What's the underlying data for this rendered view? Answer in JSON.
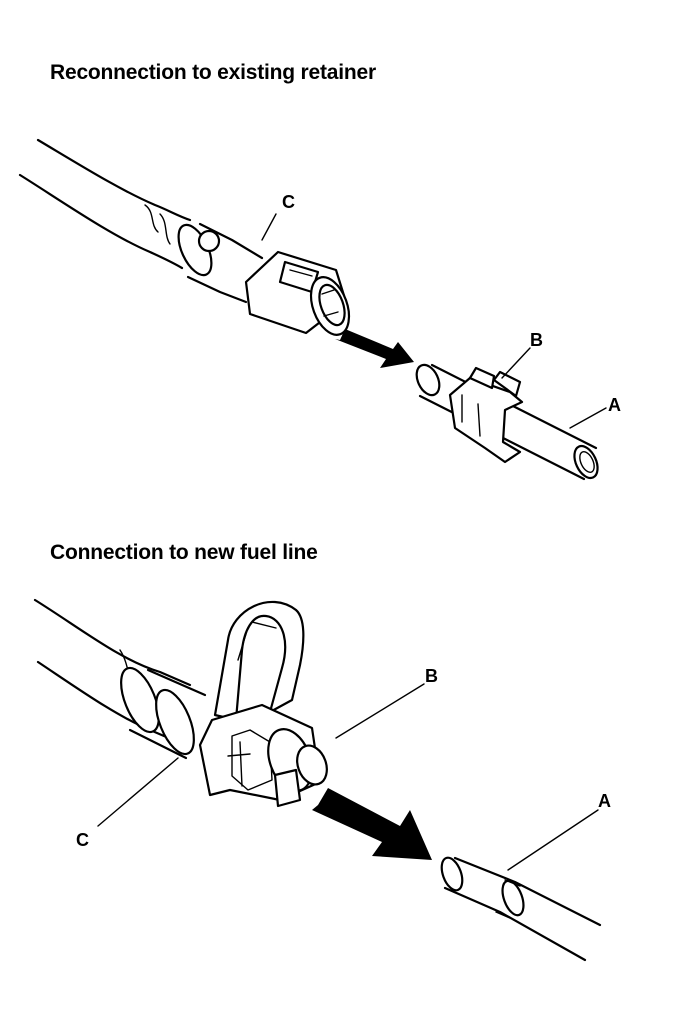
{
  "headings": {
    "top": "Reconnection to existing retainer",
    "bottom": "Connection to new fuel line"
  },
  "figure_top": {
    "callout_c": "C",
    "callout_b": "B",
    "callout_a": "A"
  },
  "figure_bottom": {
    "callout_b": "B",
    "callout_a": "A",
    "callout_c": "C"
  }
}
